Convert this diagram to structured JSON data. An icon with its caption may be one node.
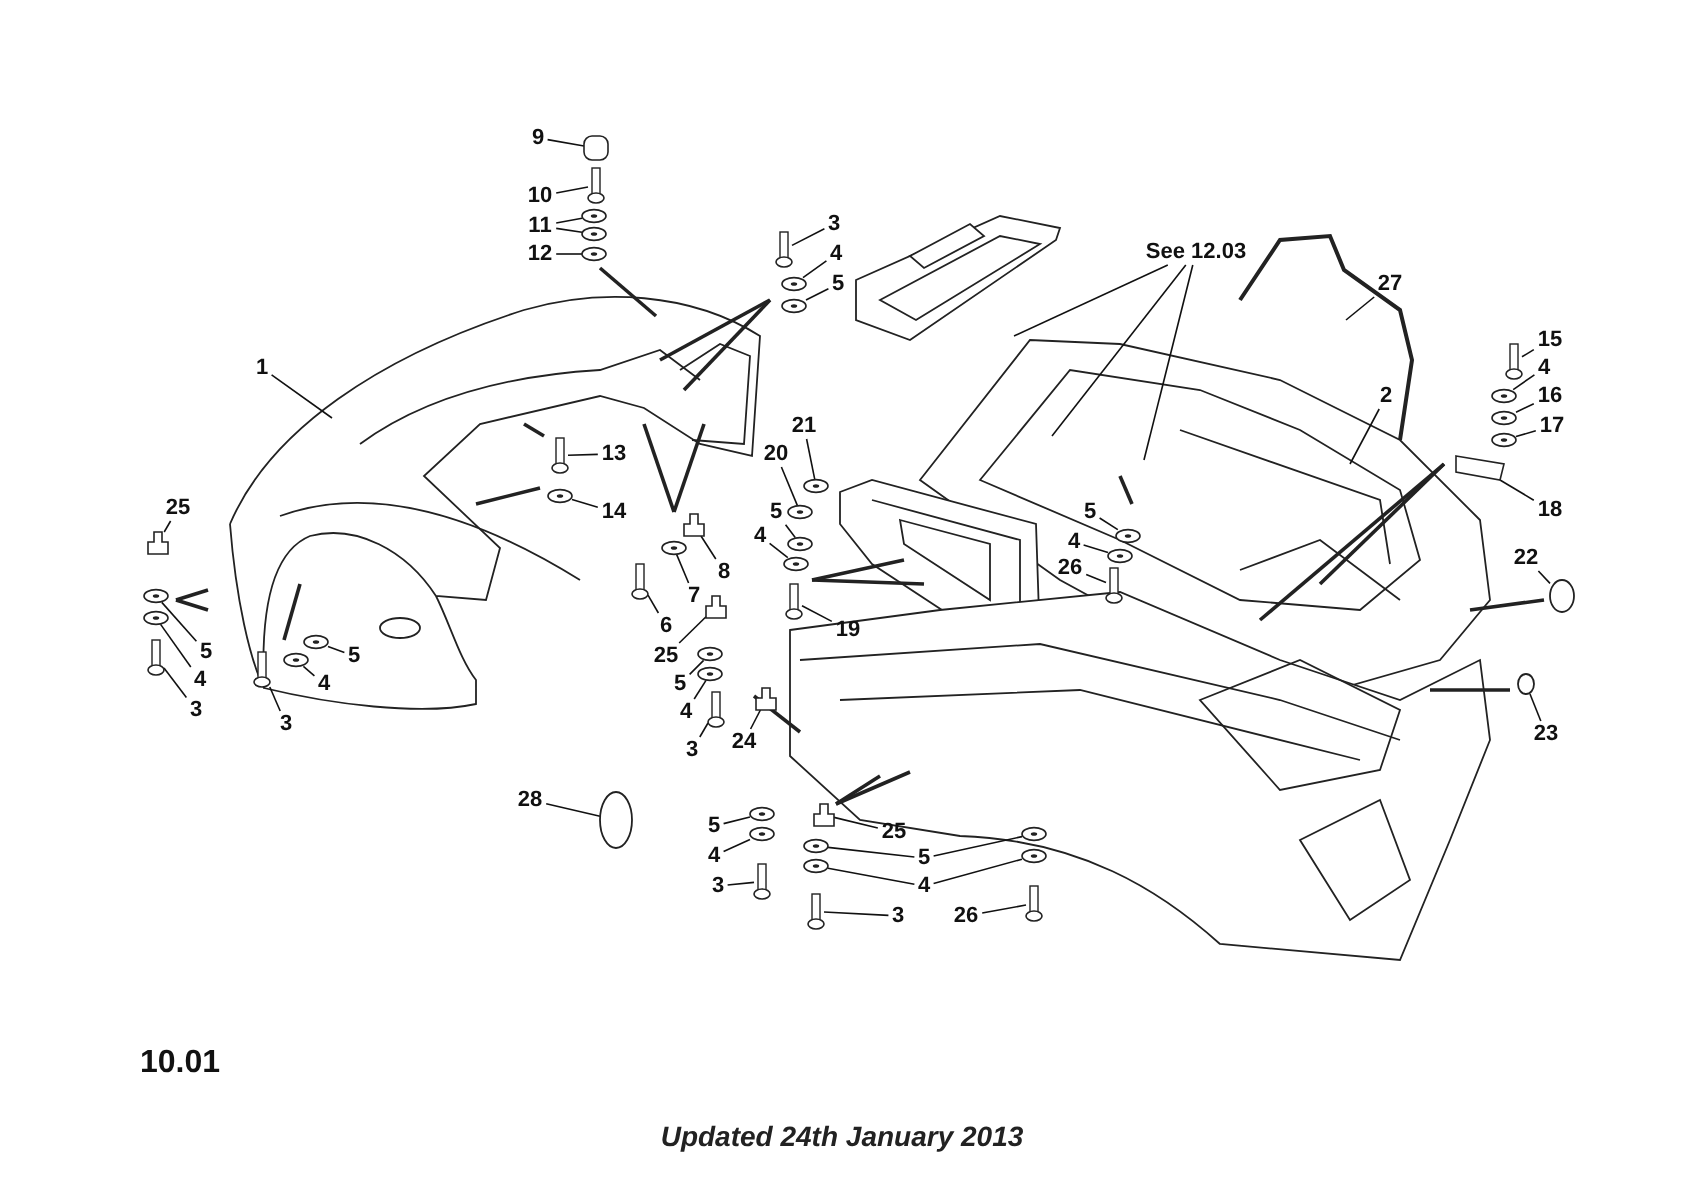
{
  "diagram": {
    "nodes": [
      {
        "text": [
          "9"
        ]
      },
      {
        "text": [
          "10"
        ]
      },
      {
        "text": [
          "11"
        ]
      },
      {
        "text": [
          "3"
        ]
      },
      {
        "text": [
          "See 12.03"
        ]
      },
      {
        "text": [
          "12"
        ]
      },
      {
        "text": [
          "4"
        ]
      },
      {
        "text": [
          "5"
        ]
      },
      {
        "text": [
          "27"
        ]
      },
      {
        "text": [
          "15"
        ]
      },
      {
        "text": [
          "1"
        ]
      },
      {
        "text": [
          "4"
        ]
      },
      {
        "text": [
          "2"
        ]
      },
      {
        "text": [
          "16"
        ]
      },
      {
        "text": [
          "21"
        ]
      },
      {
        "text": [
          "17"
        ]
      },
      {
        "text": [
          "20"
        ]
      },
      {
        "text": [
          "13"
        ]
      },
      {
        "text": [
          "14"
        ]
      },
      {
        "text": [
          "25"
        ]
      },
      {
        "text": [
          "5"
        ]
      },
      {
        "text": [
          "5"
        ]
      },
      {
        "text": [
          "18"
        ]
      },
      {
        "text": [
          "4"
        ]
      },
      {
        "text": [
          "4"
        ]
      },
      {
        "text": [
          "22"
        ]
      },
      {
        "text": [
          "26"
        ]
      },
      {
        "text": [
          "8"
        ]
      },
      {
        "text": [
          "7"
        ]
      },
      {
        "text": [
          "19"
        ]
      },
      {
        "text": [
          "6"
        ]
      },
      {
        "text": [
          "5"
        ]
      },
      {
        "text": [
          "5"
        ]
      },
      {
        "text": [
          "25"
        ]
      },
      {
        "text": [
          "4"
        ]
      },
      {
        "text": [
          "4"
        ]
      },
      {
        "text": [
          "5"
        ]
      },
      {
        "text": [
          "3"
        ]
      },
      {
        "text": [
          "3"
        ]
      },
      {
        "text": [
          "4"
        ]
      },
      {
        "text": [
          "23"
        ]
      },
      {
        "text": [
          "3"
        ]
      },
      {
        "text": [
          "24"
        ]
      },
      {
        "text": [
          "28"
        ]
      },
      {
        "text": [
          "5"
        ]
      },
      {
        "text": [
          "25"
        ]
      },
      {
        "text": [
          "4"
        ]
      },
      {
        "text": [
          "5"
        ]
      },
      {
        "text": [
          "3"
        ]
      },
      {
        "text": [
          "4"
        ]
      },
      {
        "text": [
          "3"
        ]
      },
      {
        "text": [
          "26"
        ]
      },
      {
        "text": [],
        "shape": "cap"
      },
      {
        "text": [],
        "shape": "bolt"
      },
      {
        "text": [],
        "shape": "washer"
      },
      {
        "text": [],
        "shape": "washer"
      },
      {
        "text": [],
        "shape": "washer"
      },
      {
        "text": [],
        "shape": "bolt"
      },
      {
        "text": [],
        "shape": "washer"
      },
      {
        "text": [],
        "shape": "washer"
      },
      {
        "text": [],
        "shape": "bolt"
      },
      {
        "text": [],
        "shape": "washer"
      },
      {
        "text": [],
        "shape": "washer"
      },
      {
        "text": [],
        "shape": "washer"
      },
      {
        "text": [],
        "shape": "plate"
      },
      {
        "text": [],
        "shape": "washer"
      },
      {
        "text": [],
        "shape": "washer"
      },
      {
        "text": [],
        "shape": "washer"
      },
      {
        "text": [],
        "shape": "washer"
      },
      {
        "text": [],
        "shape": "bolt"
      },
      {
        "text": [],
        "shape": "bolt"
      },
      {
        "text": [],
        "shape": "washer"
      },
      {
        "text": [],
        "shape": "clip"
      },
      {
        "text": [],
        "shape": "washer"
      },
      {
        "text": [],
        "shape": "washer"
      },
      {
        "text": [],
        "shape": "bolt"
      },
      {
        "text": [],
        "shape": "bolt"
      },
      {
        "text": [],
        "shape": "washer"
      },
      {
        "text": [],
        "shape": "washer"
      },
      {
        "text": [],
        "shape": "clip"
      },
      {
        "text": [],
        "shape": "washer"
      },
      {
        "text": [],
        "shape": "bolt"
      },
      {
        "text": [],
        "shape": "clip"
      },
      {
        "text": [],
        "shape": "washer"
      },
      {
        "text": [],
        "shape": "washer"
      },
      {
        "text": [],
        "shape": "bolt"
      },
      {
        "text": [],
        "shape": "clip"
      },
      {
        "text": [],
        "shape": "washer"
      },
      {
        "text": [],
        "shape": "washer"
      },
      {
        "text": [],
        "shape": "bolt"
      },
      {
        "text": [],
        "shape": "washer"
      },
      {
        "text": [],
        "shape": "washer"
      },
      {
        "text": [],
        "shape": "bolt"
      },
      {
        "text": [],
        "shape": "clip"
      },
      {
        "text": [],
        "shape": "washer"
      },
      {
        "text": [],
        "shape": "washer"
      },
      {
        "text": [],
        "shape": "bolt"
      },
      {
        "text": [],
        "shape": "washer"
      },
      {
        "text": [],
        "shape": "washer"
      },
      {
        "text": [],
        "shape": "bolt"
      },
      {
        "text": [],
        "shape": "ring"
      },
      {
        "text": [],
        "shape": "ring"
      },
      {
        "text": [],
        "shape": "ring"
      }
    ],
    "edges": [
      {
        "from": 0,
        "to": 52,
        "arrow": "none"
      },
      {
        "from": 1,
        "to": 53,
        "arrow": "none"
      },
      {
        "from": 2,
        "to": 54,
        "arrow": "none"
      },
      {
        "from": 2,
        "to": 55,
        "arrow": "none"
      },
      {
        "from": 3,
        "to": 57,
        "arrow": "none"
      },
      {
        "from": 4,
        "to": null,
        "arrow": "none"
      },
      {
        "from": 4,
        "to": null,
        "arrow": "none"
      },
      {
        "from": 4,
        "to": null,
        "arrow": "none"
      },
      {
        "from": 5,
        "to": 56,
        "arrow": "none"
      },
      {
        "from": 6,
        "to": 58,
        "arrow": "none"
      },
      {
        "from": 7,
        "to": 59,
        "arrow": "none"
      },
      {
        "from": 8,
        "to": null,
        "arrow": "none"
      },
      {
        "from": 9,
        "to": 60,
        "arrow": "none"
      },
      {
        "from": 10,
        "to": null,
        "arrow": "none"
      },
      {
        "from": 11,
        "to": 61,
        "arrow": "none"
      },
      {
        "from": 12,
        "to": null,
        "arrow": "none"
      },
      {
        "from": 13,
        "to": 62,
        "arrow": "none"
      },
      {
        "from": 14,
        "to": 65,
        "arrow": "none"
      },
      {
        "from": 15,
        "to": 63,
        "arrow": "none"
      },
      {
        "from": 16,
        "to": 66,
        "arrow": "none"
      },
      {
        "from": 17,
        "to": 70,
        "arrow": "none"
      },
      {
        "from": 18,
        "to": 71,
        "arrow": "none"
      },
      {
        "from": 19,
        "to": 72,
        "arrow": "none"
      },
      {
        "from": 20,
        "to": 67,
        "arrow": "none"
      },
      {
        "from": 21,
        "to": 87,
        "arrow": "none"
      },
      {
        "from": 22,
        "to": 64,
        "arrow": "none"
      },
      {
        "from": 23,
        "to": 68,
        "arrow": "none"
      },
      {
        "from": 24,
        "to": 88,
        "arrow": "none"
      },
      {
        "from": 25,
        "to": 100,
        "arrow": "none"
      },
      {
        "from": 26,
        "to": 89,
        "arrow": "none"
      },
      {
        "from": 27,
        "to": 79,
        "arrow": "none"
      },
      {
        "from": 28,
        "to": 80,
        "arrow": "none"
      },
      {
        "from": 29,
        "to": 69,
        "arrow": "none"
      },
      {
        "from": 30,
        "to": 81,
        "arrow": "none"
      },
      {
        "from": 31,
        "to": 73,
        "arrow": "none"
      },
      {
        "from": 32,
        "to": 78,
        "arrow": "none"
      },
      {
        "from": 33,
        "to": 82,
        "arrow": "none"
      },
      {
        "from": 34,
        "to": 74,
        "arrow": "none"
      },
      {
        "from": 35,
        "to": 77,
        "arrow": "none"
      },
      {
        "from": 36,
        "to": 83,
        "arrow": "none"
      },
      {
        "from": 37,
        "to": 75,
        "arrow": "none"
      },
      {
        "from": 38,
        "to": 76,
        "arrow": "none"
      },
      {
        "from": 39,
        "to": 84,
        "arrow": "none"
      },
      {
        "from": 40,
        "to": 101,
        "arrow": "none"
      },
      {
        "from": 41,
        "to": 85,
        "arrow": "none"
      },
      {
        "from": 42,
        "to": 86,
        "arrow": "none"
      },
      {
        "from": 43,
        "to": 102,
        "arrow": "none"
      },
      {
        "from": 44,
        "to": 90,
        "arrow": "none"
      },
      {
        "from": 45,
        "to": 93,
        "arrow": "none"
      },
      {
        "from": 46,
        "to": 91,
        "arrow": "none"
      },
      {
        "from": 47,
        "to": 94,
        "arrow": "none"
      },
      {
        "from": 47,
        "to": 97,
        "arrow": "none"
      },
      {
        "from": 48,
        "to": 92,
        "arrow": "none"
      },
      {
        "from": 49,
        "to": 95,
        "arrow": "none"
      },
      {
        "from": 49,
        "to": 98,
        "arrow": "none"
      },
      {
        "from": 50,
        "to": 96,
        "arrow": "none"
      },
      {
        "from": 51,
        "to": 99,
        "arrow": "none"
      }
    ],
    "labels": [
      "10.01",
      "Updated 24th January 2013"
    ]
  }
}
